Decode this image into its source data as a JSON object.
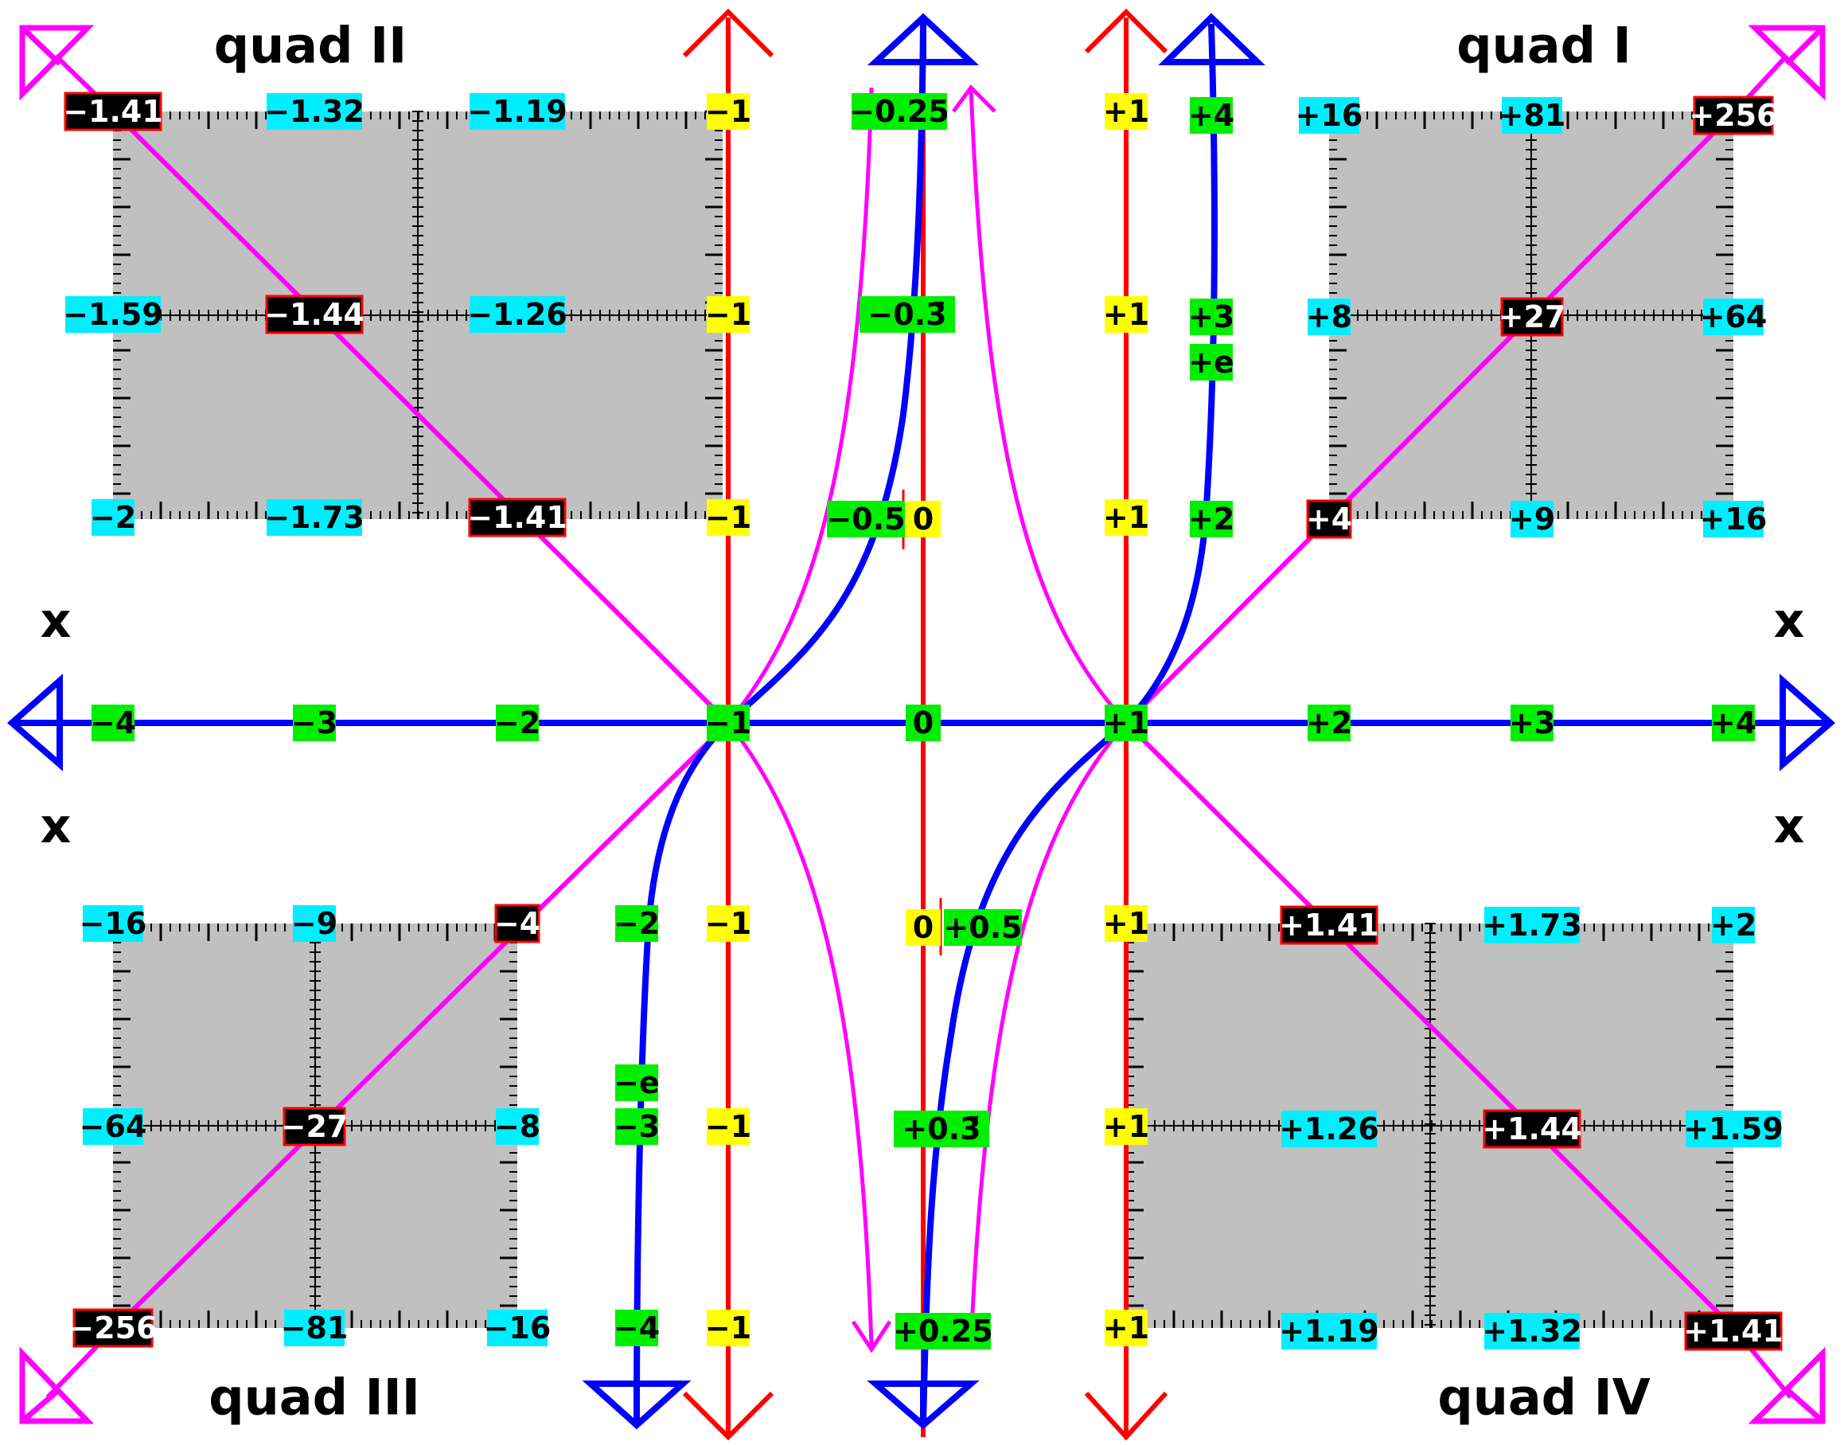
{
  "colors": {
    "axis_blue": "#0000ff",
    "axis_red": "#ff0000",
    "magenta": "#ff00ff",
    "quad_fill": "#c0c0c0",
    "tag_green": "#00ee00",
    "tag_yellow": "#ffff00",
    "tag_cyan": "#00eeff",
    "tag_black": "#000000"
  },
  "quadrant_titles": [
    "quad II",
    "quad I",
    "quad III",
    "quad IV"
  ],
  "x_marks": [
    "x",
    "x",
    "x",
    "x"
  ],
  "x_axis_labels": [
    "−4",
    "−3",
    "−2",
    "−1",
    "0",
    "+1",
    "+2",
    "+3",
    "+4"
  ],
  "column_left": {
    "red_labels": [
      "−1",
      "−1",
      "−1",
      "−1",
      "−1",
      "−1"
    ],
    "green_labels": [
      "−2",
      "−e",
      "−3",
      "−4"
    ]
  },
  "column_center": {
    "green_labels": [
      "−0.25",
      "−0.3̄",
      "−0.5",
      "+0.5",
      "+0.3̄",
      "+0.25"
    ],
    "yellow_labels": [
      "0",
      "0"
    ]
  },
  "column_right": {
    "red_labels": [
      "+1",
      "+1",
      "+1",
      "+1",
      "+1",
      "+1"
    ],
    "green_labels": [
      "+4",
      "+3",
      "+e",
      "+2"
    ]
  },
  "quad_II": {
    "row_top": [
      "−1.41",
      "−1.32",
      "−1.19"
    ],
    "row_mid": [
      "−1.59",
      "−1.44",
      "−1.26"
    ],
    "row_bottom": [
      "−2",
      "−1.73",
      "−1.41"
    ]
  },
  "quad_I": {
    "row_top": [
      "+16",
      "+81",
      "+256"
    ],
    "row_mid": [
      "+8",
      "+27",
      "+64"
    ],
    "row_bottom": [
      "+4",
      "+9",
      "+16"
    ]
  },
  "quad_III": {
    "row_top": [
      "−16",
      "−9",
      "−4"
    ],
    "row_mid": [
      "−64",
      "−27",
      "−8"
    ],
    "row_bottom": [
      "−256",
      "−81",
      "−16"
    ]
  },
  "quad_IV": {
    "row_top": [
      "+1.41",
      "+1.73",
      "+2"
    ],
    "row_mid": [
      "+1.26",
      "+1.44",
      "+1.59"
    ],
    "row_bottom": [
      "+1.19",
      "+1.32",
      "+1.41"
    ]
  }
}
